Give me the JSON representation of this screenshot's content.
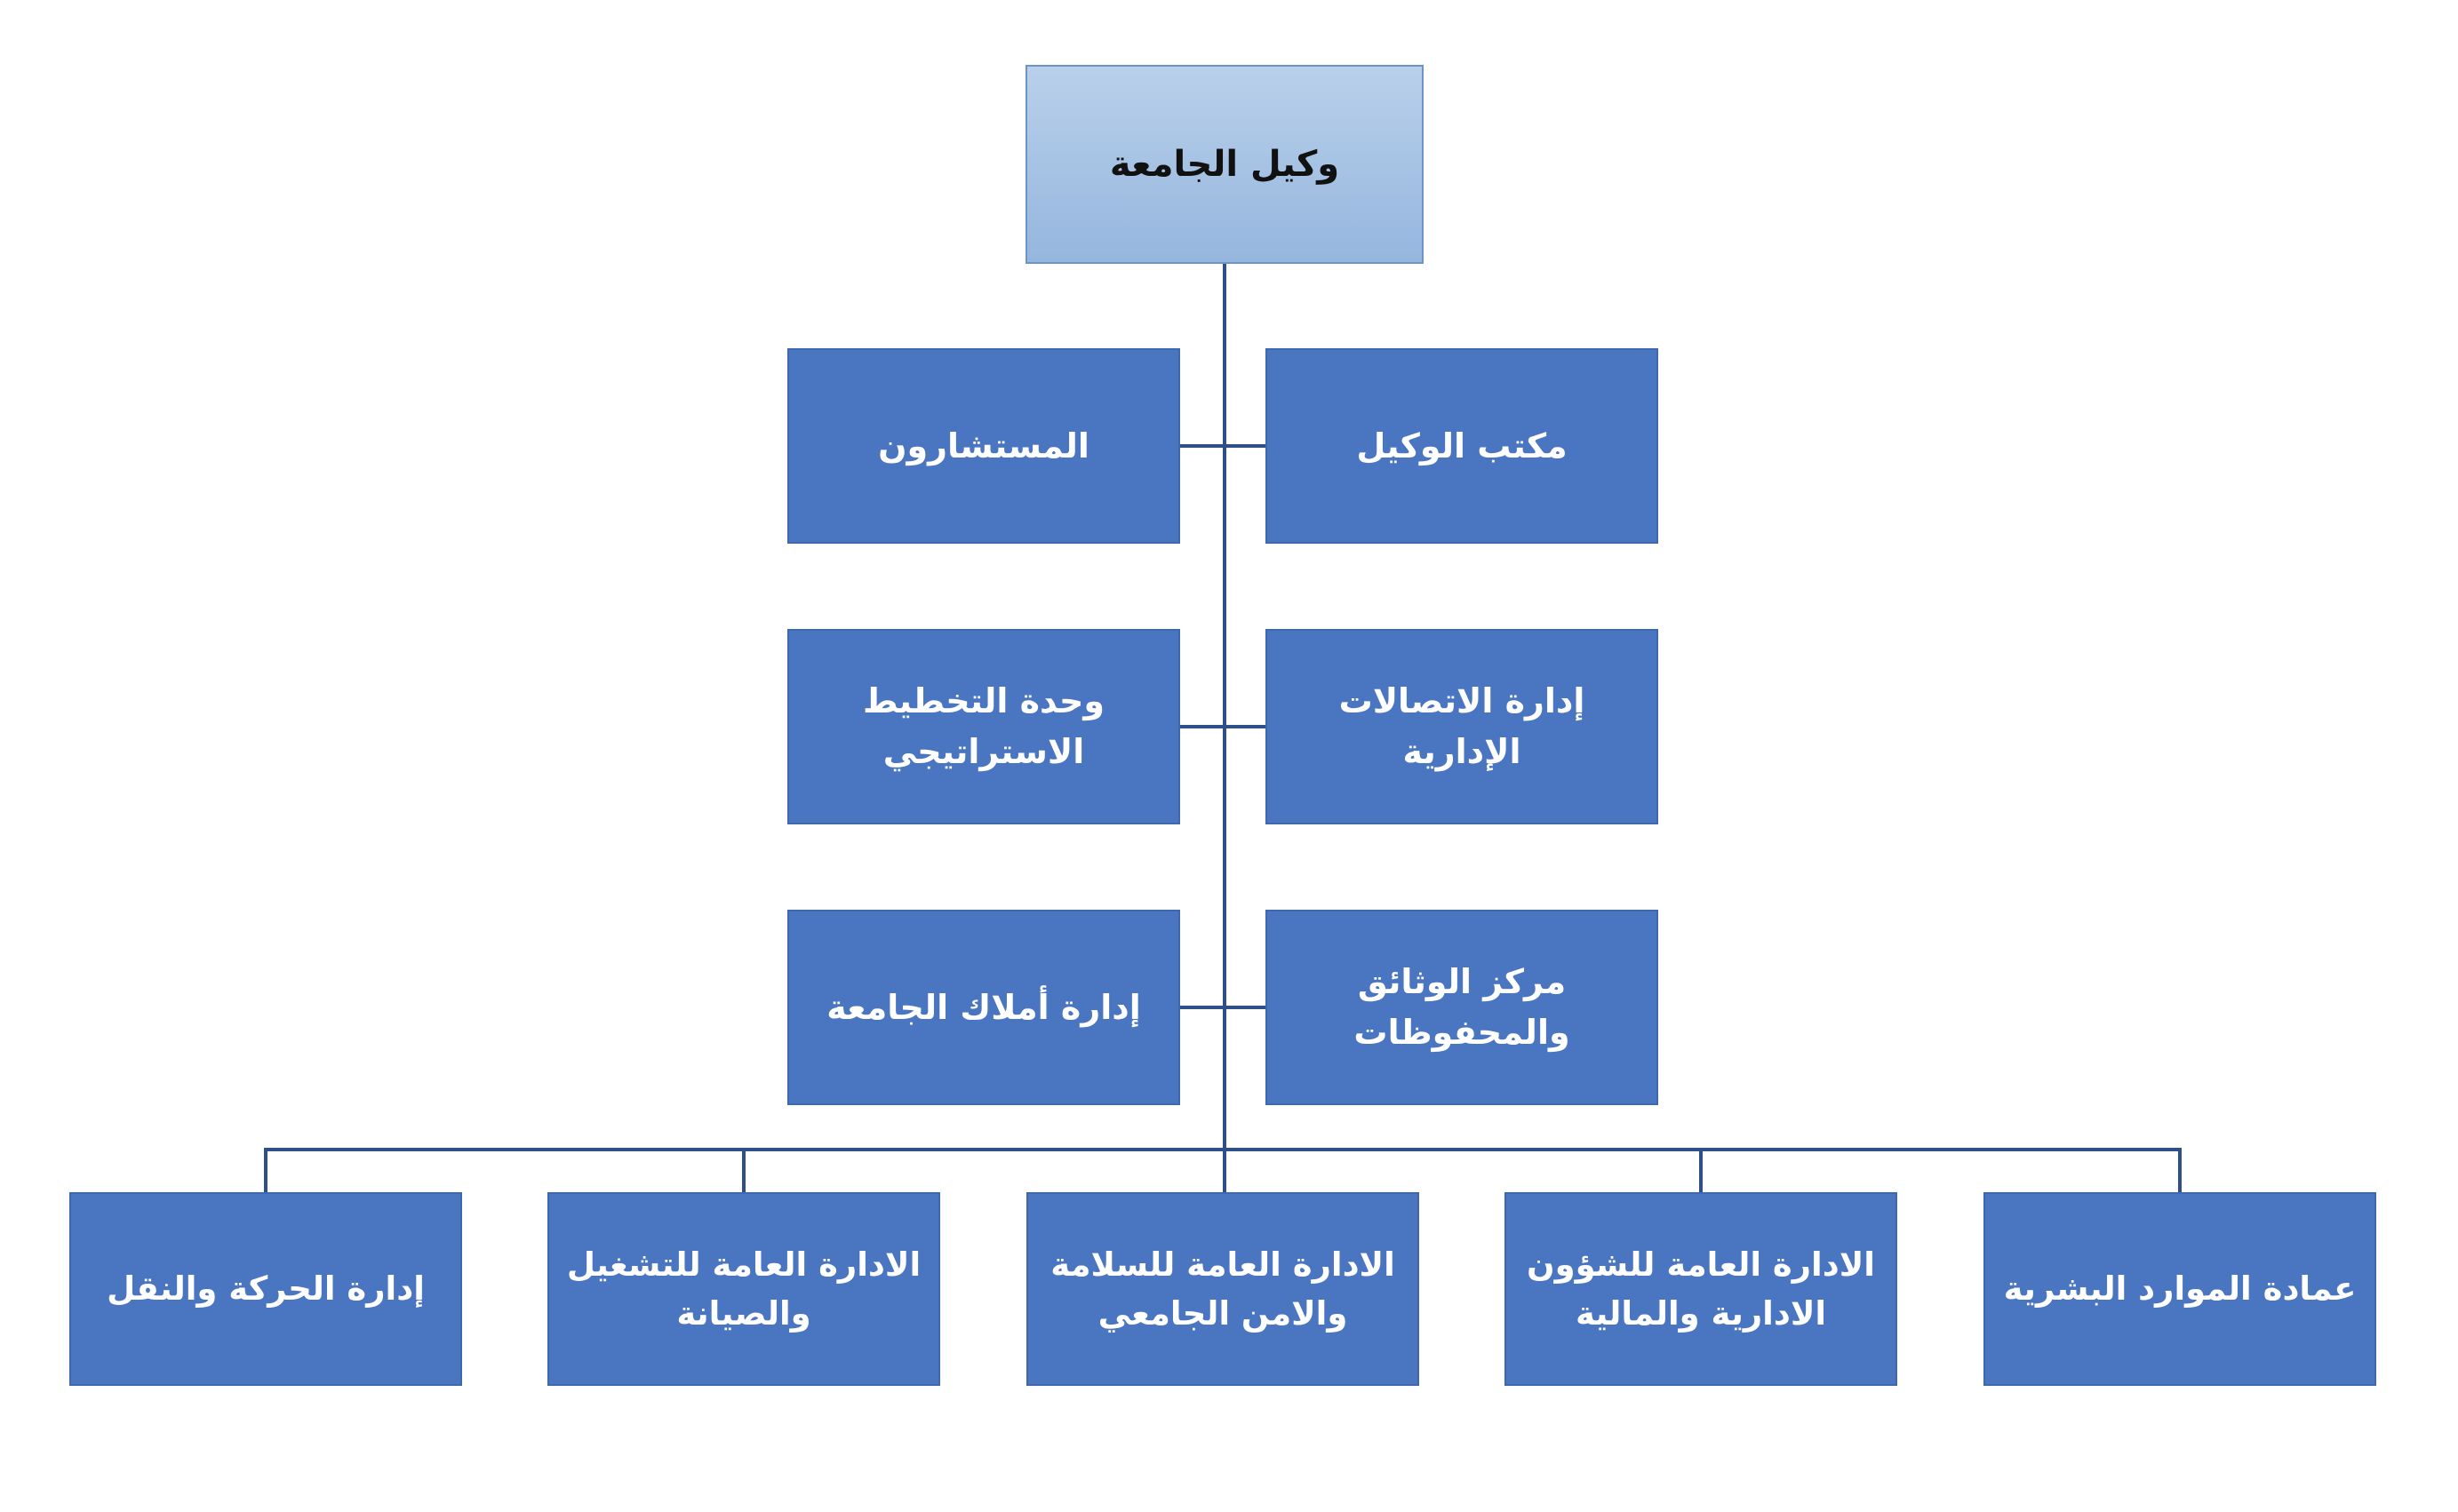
{
  "colors": {
    "top_box_fill": "#a6c3e6",
    "unit_box_fill": "#4a75c1",
    "connector": "#2f4f8a",
    "unit_text": "#ffffff",
    "top_text": "#111111"
  },
  "org_chart": {
    "root": "وكيل الجامعة",
    "staff_units": {
      "row1": {
        "right": "مكتب الوكيل",
        "left": "المستشارون"
      },
      "row2": {
        "right": "إدارة الاتصالات الإدارية",
        "left": "وحدة التخطيط الاستراتيجي"
      },
      "row3": {
        "right": "مركز الوثائق والمحفوظات",
        "left": "إدارة أملاك الجامعة"
      }
    },
    "departments": [
      "عمادة الموارد البشرية",
      "الادارة العامة للشؤون الادارية والمالية",
      "الادارة العامة للسلامة والامن الجامعي",
      "الادارة العامة للتشغيل والصيانة",
      "إدارة الحركة والنقل"
    ]
  }
}
